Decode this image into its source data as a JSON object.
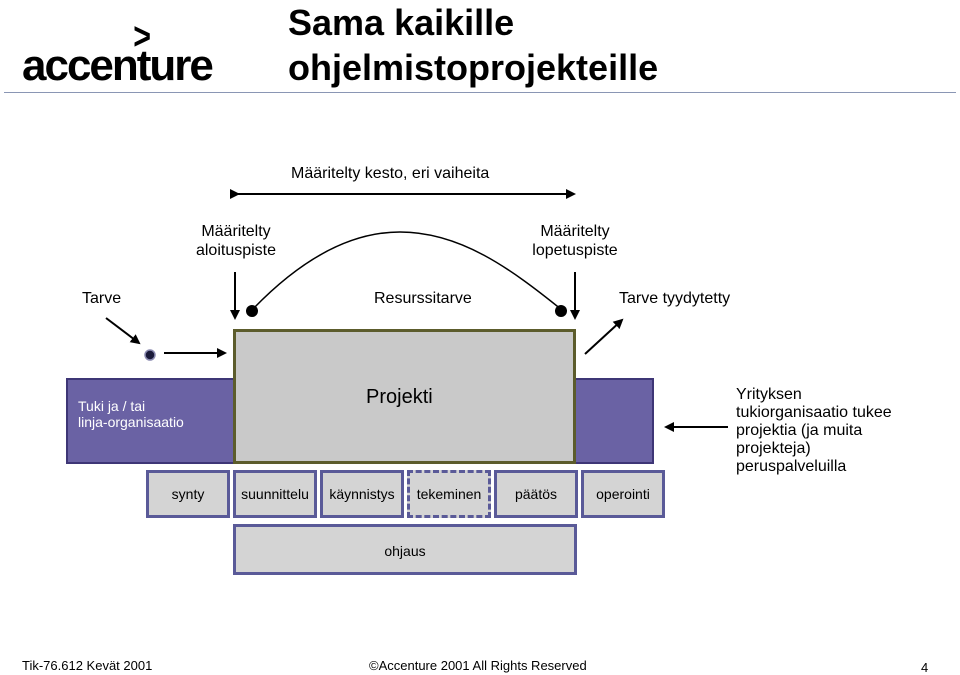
{
  "header": {
    "logo_text": "accenture",
    "logo_mark": ">",
    "title_line1": "Sama kaikille",
    "title_line2": "ohjelmistoprojekteille"
  },
  "diagram": {
    "duration_label": "Määritelty kesto, eri vaiheita",
    "start_label_line1": "Määritelty",
    "start_label_line2": "aloituspiste",
    "end_label_line1": "Määritelty",
    "end_label_line2": "lopetuspiste",
    "need_label": "Tarve",
    "resource_label": "Resurssitarve",
    "need_met_label": "Tarve tyydytetty",
    "project_label": "Projekti",
    "support_line1": "Tuki ja / tai",
    "support_line2": "linja-organisaatio",
    "right_note_lines": [
      "Yrityksen",
      "tukiorganisaatio tukee",
      "projektia (ja muita",
      "projekteja)",
      "peruspalveluilla"
    ],
    "phases": [
      "synty",
      "suunnittelu",
      "käynnistys",
      "tekeminen",
      "päätös",
      "operointi"
    ],
    "control_label": "ohjaus",
    "colors": {
      "band": "#6a62a4",
      "band_border": "#3e3676",
      "project_fill": "#c9c9c9",
      "project_border": "#5c5c2c",
      "phase_fill": "#d4d4d4",
      "phase_border": "#5a5a98"
    }
  },
  "footer": {
    "course": "Tik-76.612 Kevät 2001",
    "copyright": "©Accenture 2001 All Rights Reserved",
    "page_number": "4"
  }
}
